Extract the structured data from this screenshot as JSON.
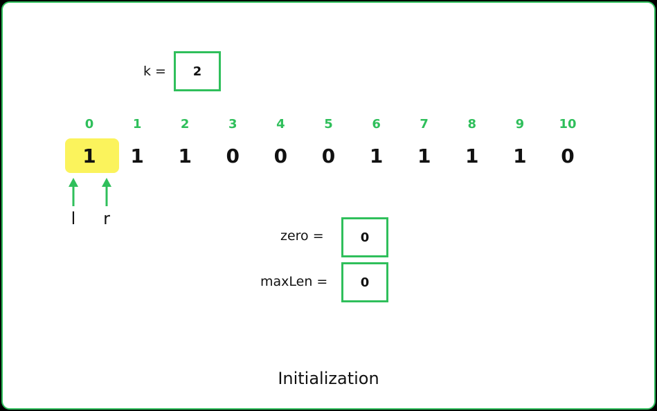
{
  "k": {
    "label": "k =",
    "value": "2"
  },
  "array": {
    "indices": [
      "0",
      "1",
      "2",
      "3",
      "4",
      "5",
      "6",
      "7",
      "8",
      "9",
      "10"
    ],
    "values": [
      "1",
      "1",
      "1",
      "0",
      "0",
      "0",
      "1",
      "1",
      "1",
      "1",
      "0"
    ],
    "highlight_index": 0
  },
  "pointers": {
    "left": "l",
    "right": "r"
  },
  "zero": {
    "label": "zero  =",
    "value": "0"
  },
  "maxLen": {
    "label": "maxLen =",
    "value": "0"
  },
  "caption": "Initialization",
  "colors": {
    "accent": "#2fbf5b",
    "highlight": "#fbf35c"
  }
}
